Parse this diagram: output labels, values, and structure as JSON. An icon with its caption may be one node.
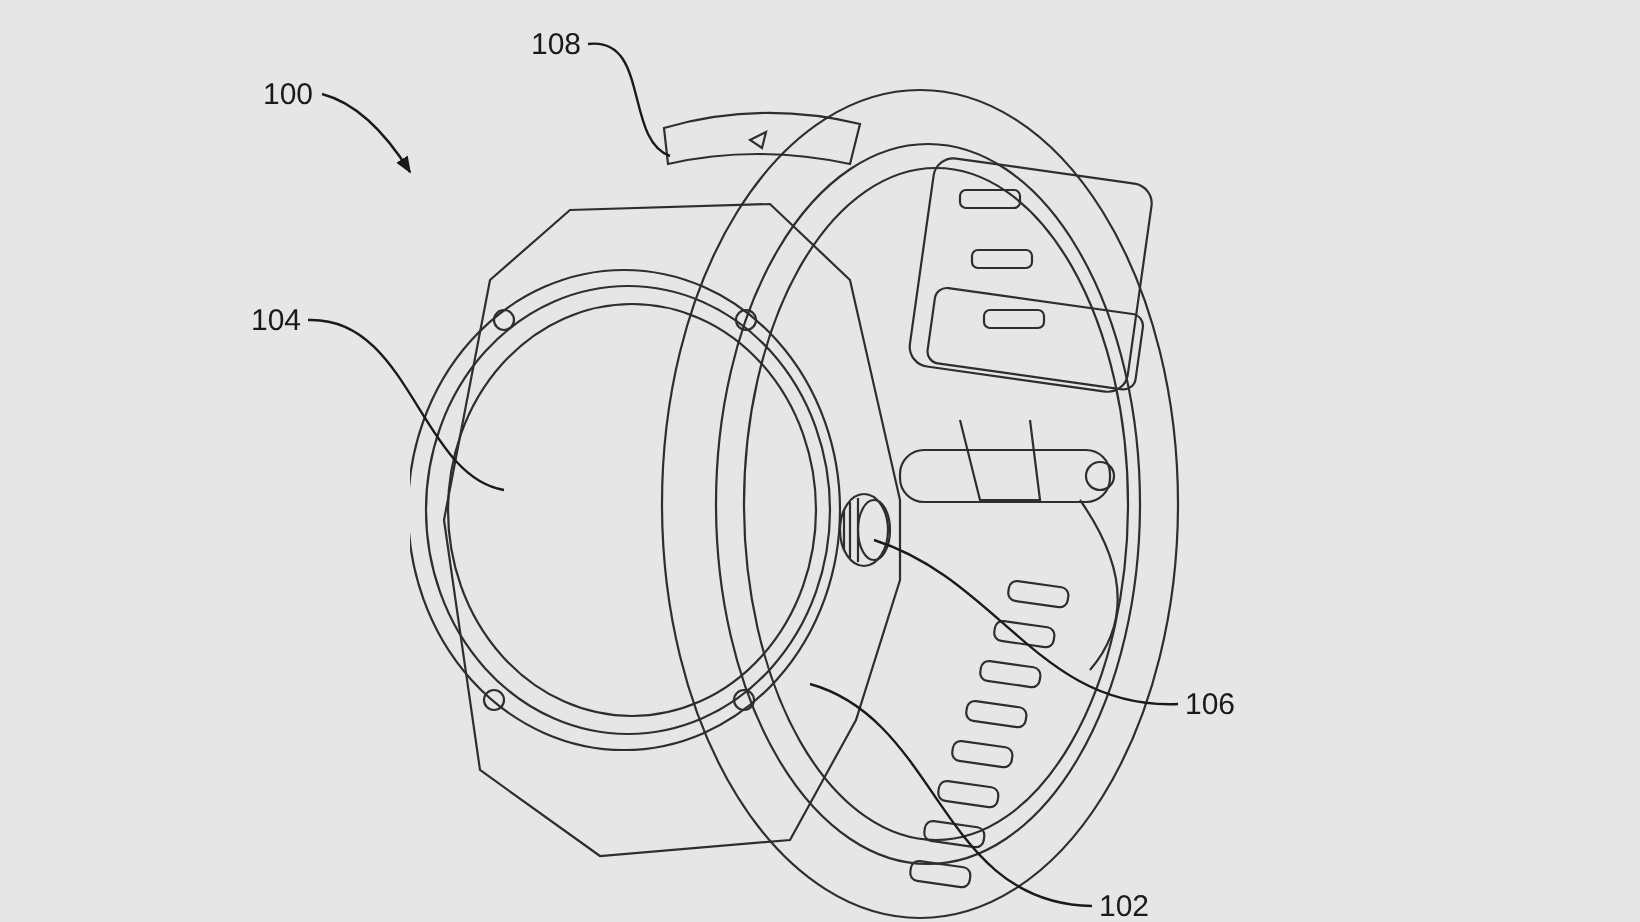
{
  "diagram": {
    "nodes": [
      {
        "text": [
          "100"
        ]
      },
      {
        "text": [
          "108"
        ]
      },
      {
        "text": [
          "104"
        ]
      },
      {
        "text": [
          "106"
        ]
      },
      {
        "text": [
          "102"
        ]
      },
      {
        "text": [],
        "shape": "picture"
      },
      {
        "text": [],
        "shape": "circle",
        "in": 8
      },
      {
        "text": [],
        "shape": "circle"
      },
      {
        "text": [],
        "shape": "box",
        "in": 5
      },
      {
        "text": [],
        "shape": "band",
        "in": 5
      }
    ],
    "edges": [
      {
        "from": 0,
        "to": 5,
        "arrow": "to"
      },
      {
        "from": 1,
        "to": 9,
        "arrow": "none"
      },
      {
        "from": 2,
        "to": 6,
        "arrow": "none"
      },
      {
        "from": 3,
        "to": 7,
        "arrow": "none"
      },
      {
        "from": 4,
        "to": 8,
        "arrow": "none"
      }
    ]
  }
}
